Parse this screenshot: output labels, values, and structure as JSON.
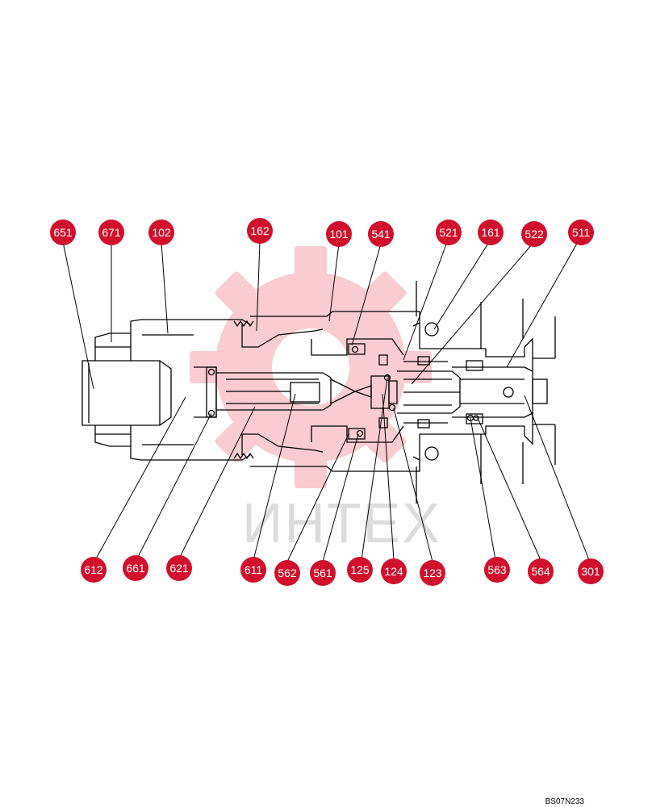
{
  "labels": {
    "top": [
      "651",
      "671",
      "102",
      "162",
      "101",
      "541",
      "521",
      "161",
      "522",
      "511"
    ],
    "bottom": [
      "612",
      "661",
      "621",
      "611",
      "562",
      "561",
      "125",
      "124",
      "123",
      "563",
      "564",
      "301"
    ]
  },
  "watermark": "ИНТЕХ",
  "drawing_code": "BS07N233",
  "colors": {
    "badge": "#d0102c",
    "badge_text": "#ffffff",
    "line": "#000000",
    "watermark_gear": "#f7c4c8",
    "watermark_text": "#dcdcdc"
  }
}
